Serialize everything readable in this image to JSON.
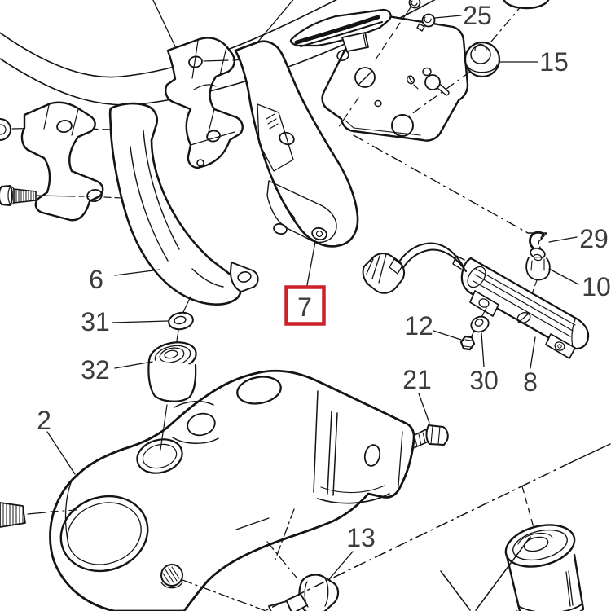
{
  "diagram": {
    "type": "exploded-parts-diagram",
    "description": "Exploded parts view of handlebar riser clamps, bracket plate, sensor and lower triple clamp",
    "background_color": "#ffffff",
    "line_color": "#141414",
    "label_color": "#3c3c3c",
    "highlight_color": "#cb2127",
    "highlighted_part": "7",
    "labels": [
      {
        "id": "25",
        "text": "25"
      },
      {
        "id": "15",
        "text": "15"
      },
      {
        "id": "29",
        "text": "29"
      },
      {
        "id": "10",
        "text": "10"
      },
      {
        "id": "12",
        "text": "12"
      },
      {
        "id": "30",
        "text": "30"
      },
      {
        "id": "8",
        "text": "8"
      },
      {
        "id": "21",
        "text": "21"
      },
      {
        "id": "6",
        "text": "6"
      },
      {
        "id": "7",
        "text": "7"
      },
      {
        "id": "31",
        "text": "31"
      },
      {
        "id": "32",
        "text": "32"
      },
      {
        "id": "2",
        "text": "2"
      },
      {
        "id": "13",
        "text": "13"
      }
    ]
  }
}
